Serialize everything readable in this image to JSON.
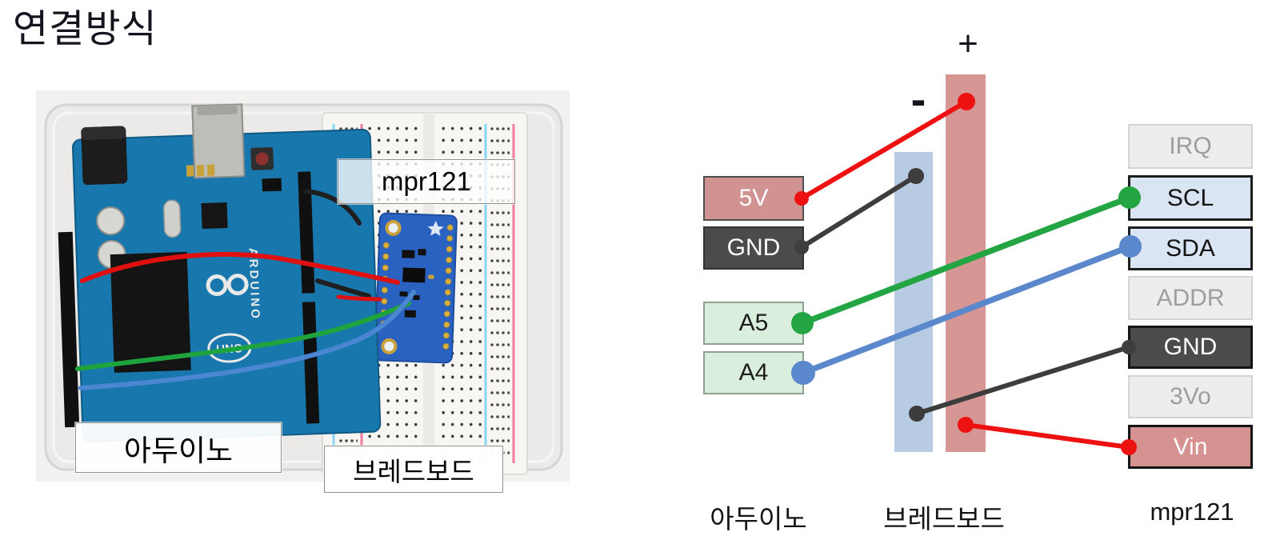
{
  "title": "연결방식",
  "photo": {
    "sensor_label": "mpr121",
    "arduino_label": "아두이노",
    "breadboard_label": "브레드보드"
  },
  "diagram": {
    "plus_label": "+",
    "minus_label": "-",
    "arduino_pins": [
      {
        "label": "5V",
        "type": "power"
      },
      {
        "label": "GND",
        "type": "ground"
      },
      {
        "label": "A5",
        "type": "analog"
      },
      {
        "label": "A4",
        "type": "analog"
      }
    ],
    "mpr121_pins": [
      {
        "label": "IRQ",
        "type": "unused"
      },
      {
        "label": "SCL",
        "type": "i2c"
      },
      {
        "label": "SDA",
        "type": "i2c"
      },
      {
        "label": "ADDR",
        "type": "unused"
      },
      {
        "label": "GND",
        "type": "ground"
      },
      {
        "label": "3Vo",
        "type": "unused"
      },
      {
        "label": "Vin",
        "type": "power"
      }
    ],
    "connections": [
      {
        "from": "Arduino 5V",
        "to": "breadboard + rail",
        "color": "red"
      },
      {
        "from": "Arduino GND",
        "to": "breadboard - rail",
        "color": "black"
      },
      {
        "from": "Arduino A5",
        "to": "mpr121 SCL",
        "color": "green"
      },
      {
        "from": "Arduino A4",
        "to": "mpr121 SDA",
        "color": "blue"
      },
      {
        "from": "breadboard - rail",
        "to": "mpr121 GND",
        "color": "black"
      },
      {
        "from": "breadboard + rail",
        "to": "mpr121 Vin",
        "color": "red"
      }
    ],
    "column_labels": [
      "아두이노",
      "브레드보드",
      "mpr121"
    ],
    "colors": {
      "wire_red": "#ee1111",
      "wire_black": "#3d3d3d",
      "wire_green": "#23a544",
      "wire_blue": "#5b87cc",
      "rail_red": "#d59694",
      "rail_blue": "#b7cbe2",
      "box_power": "#d09391",
      "box_ground": "#4b4b4b",
      "box_analog": "#d9eedd",
      "box_i2c": "#d9e5f3",
      "box_unused": "#ededeb"
    }
  }
}
